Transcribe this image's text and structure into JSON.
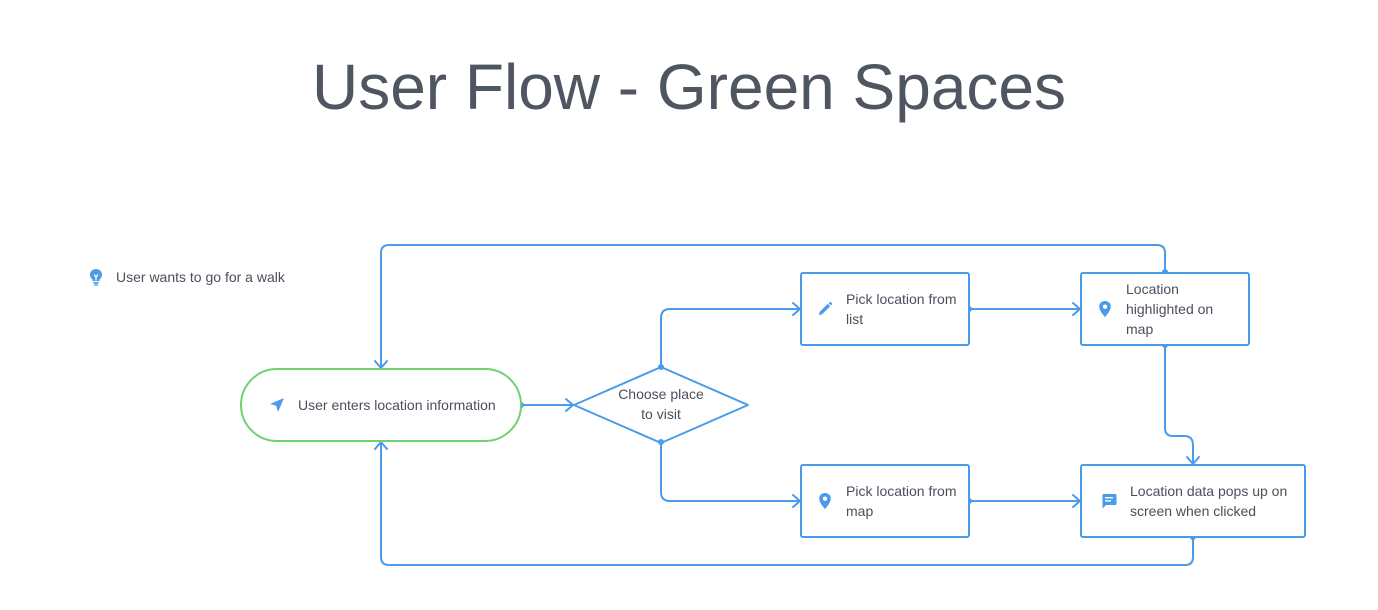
{
  "title": "User Flow - Green Spaces",
  "annotation": {
    "text": "User wants to go for a walk",
    "icon": "lightbulb-icon"
  },
  "nodes": {
    "start": {
      "label": "User enters location information",
      "icon": "navigation-arrow-icon"
    },
    "decision": {
      "line1": "Choose place",
      "line2": "to visit"
    },
    "pick_list": {
      "label": "Pick location from list",
      "icon": "pencil-icon"
    },
    "pick_map": {
      "label": "Pick location from map",
      "icon": "map-pin-icon"
    },
    "highlight": {
      "label": "Location highlighted on map",
      "icon": "map-pin-icon"
    },
    "popup": {
      "label": "Location data pops up on screen when clicked",
      "icon": "message-icon"
    }
  },
  "colors": {
    "connector": "#4a9be9",
    "start_border": "#6fd26f",
    "title": "#4f5561",
    "text": "#4a4f5c"
  }
}
